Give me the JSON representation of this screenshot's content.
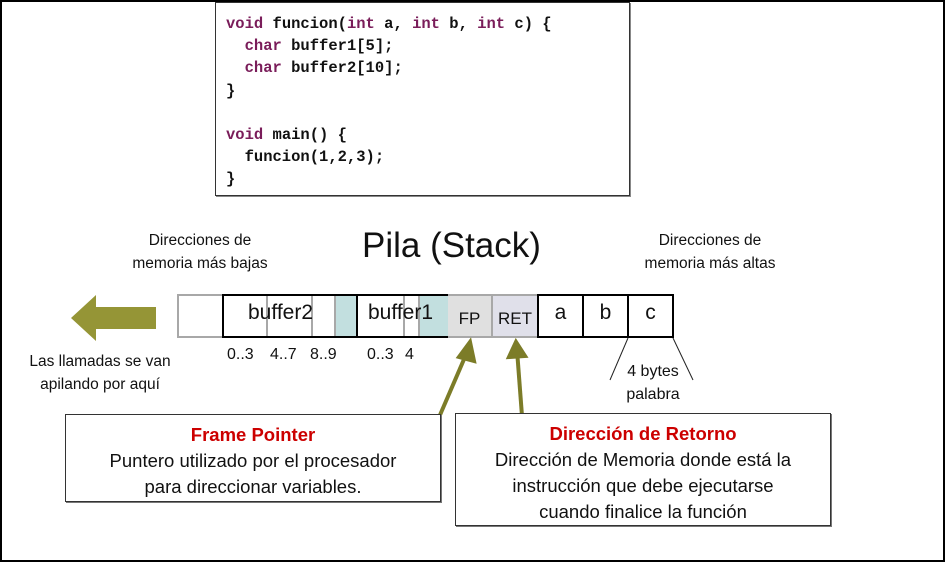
{
  "code": {
    "lines": [
      [
        {
          "t": "void",
          "k": true
        },
        {
          "t": " funcion("
        },
        {
          "t": "int",
          "k": true
        },
        {
          "t": " a, "
        },
        {
          "t": "int",
          "k": true
        },
        {
          "t": " b, "
        },
        {
          "t": "int",
          "k": true
        },
        {
          "t": " c) {"
        }
      ],
      [
        {
          "t": "  "
        },
        {
          "t": "char",
          "k": true
        },
        {
          "t": " buffer1[5];"
        }
      ],
      [
        {
          "t": "  "
        },
        {
          "t": "char",
          "k": true
        },
        {
          "t": " buffer2[10];"
        }
      ],
      [
        {
          "t": "}"
        }
      ],
      [
        {
          "t": ""
        }
      ],
      [
        {
          "t": "void",
          "k": true
        },
        {
          "t": " main() {"
        }
      ],
      [
        {
          "t": "  funcion(1,2,3);"
        }
      ],
      [
        {
          "t": "}"
        }
      ]
    ]
  },
  "title": "Pila (Stack)",
  "low_addresses": {
    "line1": "Direcciones de",
    "line2": "memoria más bajas"
  },
  "high_addresses": {
    "line1": "Direcciones de",
    "line2": "memoria más altas"
  },
  "growth_note": {
    "line1": "Las llamadas se van",
    "line2": "apilando por aquí"
  },
  "stack": {
    "buffer2_label": "buffer2",
    "buffer1_label": "buffer1",
    "fp_label": "FP",
    "ret_label": "RET",
    "a_label": "a",
    "b_label": "b",
    "c_label": "c",
    "buffer2_indices": [
      "0..3",
      "4..7",
      "8..9"
    ],
    "buffer1_indices": [
      "0..3",
      "4"
    ]
  },
  "word_note": {
    "line1": "4 bytes",
    "line2": "palabra"
  },
  "callouts": {
    "frame_pointer": {
      "title": "Frame Pointer",
      "line1": "Puntero utilizado por el procesador",
      "line2": "para direccionar variables."
    },
    "return_address": {
      "title": "Dirección de Retorno",
      "line1": "Dirección de Memoria donde está la",
      "line2": "instrucción que debe ejecutarse",
      "line3": "cuando finalice la función"
    }
  },
  "colors": {
    "arrow": "#8b8b2a",
    "callout_title": "#cc0000",
    "keyword": "#7a1d5a",
    "padding_cell": "#c2dfdf",
    "fp_cell": "#e0e0e0",
    "ret_cell": "#e0e0ea"
  }
}
